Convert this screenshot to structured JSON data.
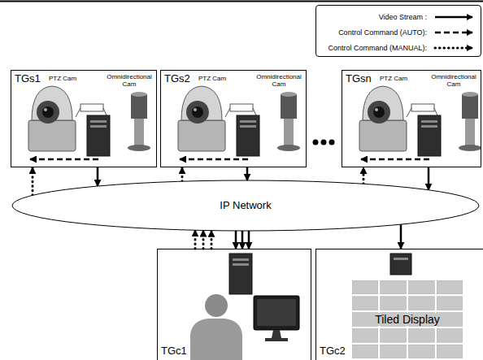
{
  "diagram": {
    "nodes": [
      {
        "text": [
          "TGs1",
          "PTZ Cam",
          "Omnidirectional Cam"
        ]
      },
      {
        "text": [
          "TGs2",
          "PTZ Cam",
          "Omnidirectional Cam"
        ]
      },
      {
        "text": [
          "TGsn",
          "PTZ Cam",
          "Omnidirectional Cam"
        ]
      },
      {
        "text": [
          "IP Network"
        ]
      },
      {
        "text": [
          "TGc1"
        ]
      },
      {
        "text": [
          "TGc2"
        ]
      },
      {
        "text": [
          "Tiled Display"
        ],
        "in": 5
      }
    ],
    "edges": [
      {
        "from": 0,
        "to": 3,
        "arrow": "to"
      },
      {
        "from": 3,
        "to": 0,
        "arrow": "to"
      },
      {
        "from": 1,
        "to": 3,
        "arrow": "to"
      },
      {
        "from": 3,
        "to": 1,
        "arrow": "to"
      },
      {
        "from": 2,
        "to": 3,
        "arrow": "to"
      },
      {
        "from": 3,
        "to": 2,
        "arrow": "to"
      },
      {
        "from": 3,
        "to": 4,
        "arrow": "to"
      },
      {
        "from": 3,
        "to": 4,
        "arrow": "to"
      },
      {
        "from": 3,
        "to": 4,
        "arrow": "to"
      },
      {
        "from": 4,
        "to": 3,
        "arrow": "to"
      },
      {
        "from": 4,
        "to": 3,
        "arrow": "to"
      },
      {
        "from": 4,
        "to": 3,
        "arrow": "to"
      },
      {
        "from": 3,
        "to": 5,
        "arrow": "to"
      }
    ],
    "legend": [
      {
        "text": "Video Stream :"
      },
      {
        "text": "Control Command (AUTO):"
      },
      {
        "text": "Control Command (MANUAL):"
      }
    ]
  }
}
